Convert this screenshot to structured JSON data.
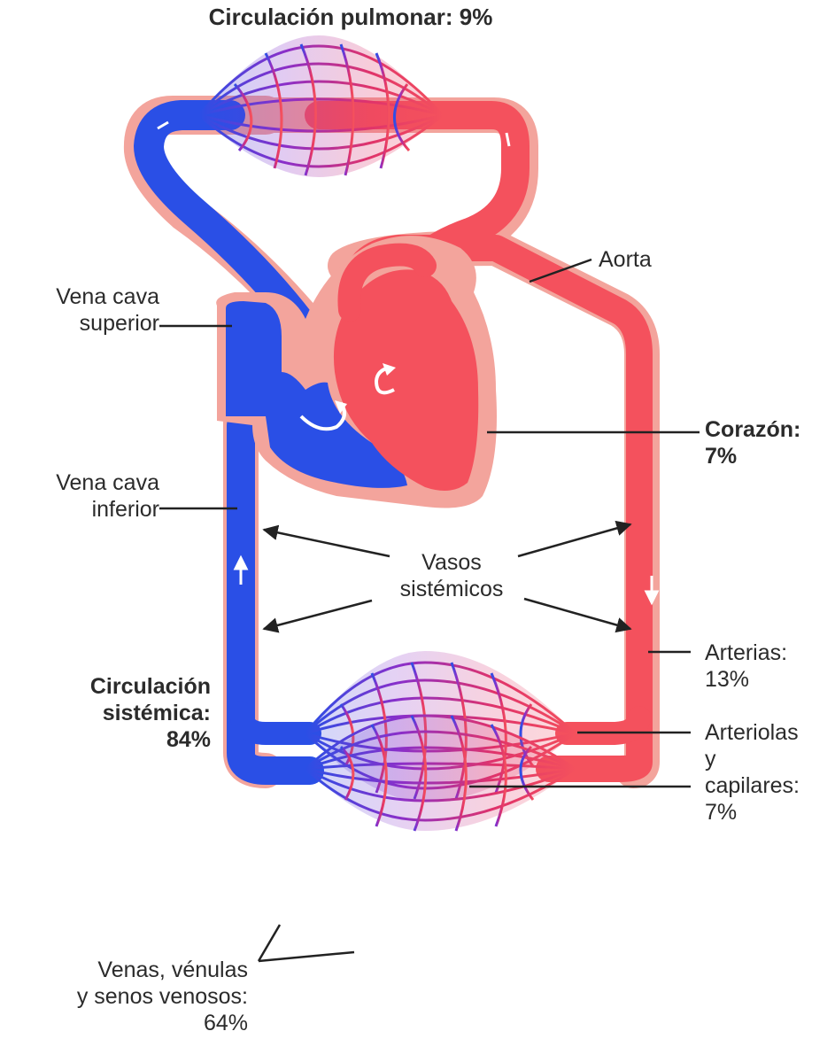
{
  "labels": {
    "pulmonary": "Circulación pulmonar: 9%",
    "aorta": "Aorta",
    "vena_cava_superior": [
      "Vena cava",
      "superior"
    ],
    "corazon": [
      "Corazón:",
      "7%"
    ],
    "vena_cava_inferior": [
      "Vena cava",
      "inferior"
    ],
    "vasos_sistemicos": [
      "Vasos",
      "sistémicos"
    ],
    "circulacion_sistemica": [
      "Circulación",
      "sistémica:",
      "84%"
    ],
    "arterias": [
      "Arterias:",
      "13%"
    ],
    "arteriolas": [
      "Arteriolas",
      "y",
      "capilares:",
      "7%"
    ],
    "venas": [
      "Venas, vénulas",
      "y senos venosos:",
      "64%"
    ]
  },
  "colors": {
    "venous_blue": "#2a4fe6",
    "arterial_red": "#f4515d",
    "pericardium": "#f3a49c",
    "capillary_purple": "#8a2fc9",
    "label_text": "#2b2b2b",
    "pointer_line": "#222222"
  }
}
